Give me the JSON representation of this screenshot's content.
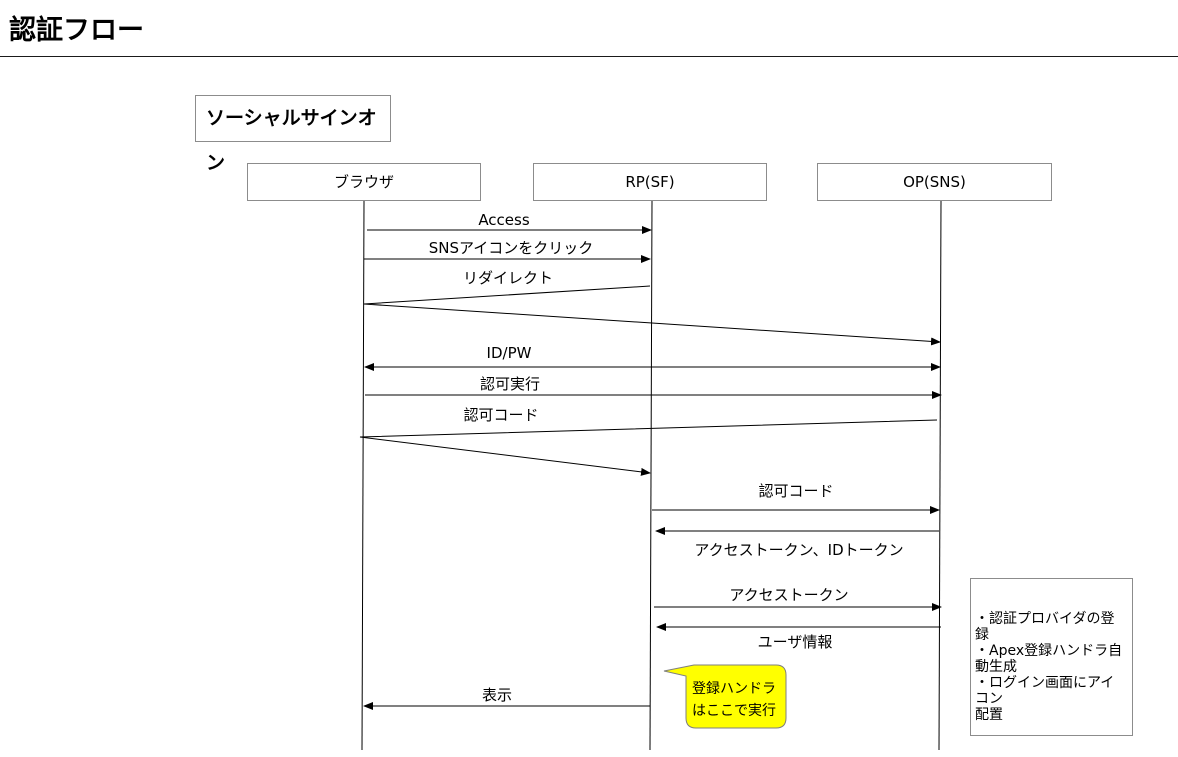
{
  "title": "認証フロー",
  "section_label": "ソーシャルサインオン",
  "actors": {
    "browser": "ブラウザ",
    "rp": "RP(SF)",
    "op": "OP(SNS)"
  },
  "messages": {
    "access": "Access",
    "sns_icon_click": "SNSアイコンをクリック",
    "redirect": "リダイレクト",
    "id_pw": "ID/PW",
    "authz_exec": "認可実行",
    "authz_code_1": "認可コード",
    "authz_code_2": "認可コード",
    "access_id_token": "アクセストークン、IDトークン",
    "access_token": "アクセストークン",
    "user_info": "ユーザ情報",
    "display": "表示"
  },
  "callout": {
    "line1": "登録ハンドラ",
    "line2": "はここで実行",
    "fill": "#ffff00"
  },
  "note": {
    "line1": "・認証プロバイダの登録",
    "line2": "・Apex登録ハンドラ自",
    "line3": "動生成",
    "line4": "・ログイン画面にアイコン",
    "line5": "配置"
  }
}
